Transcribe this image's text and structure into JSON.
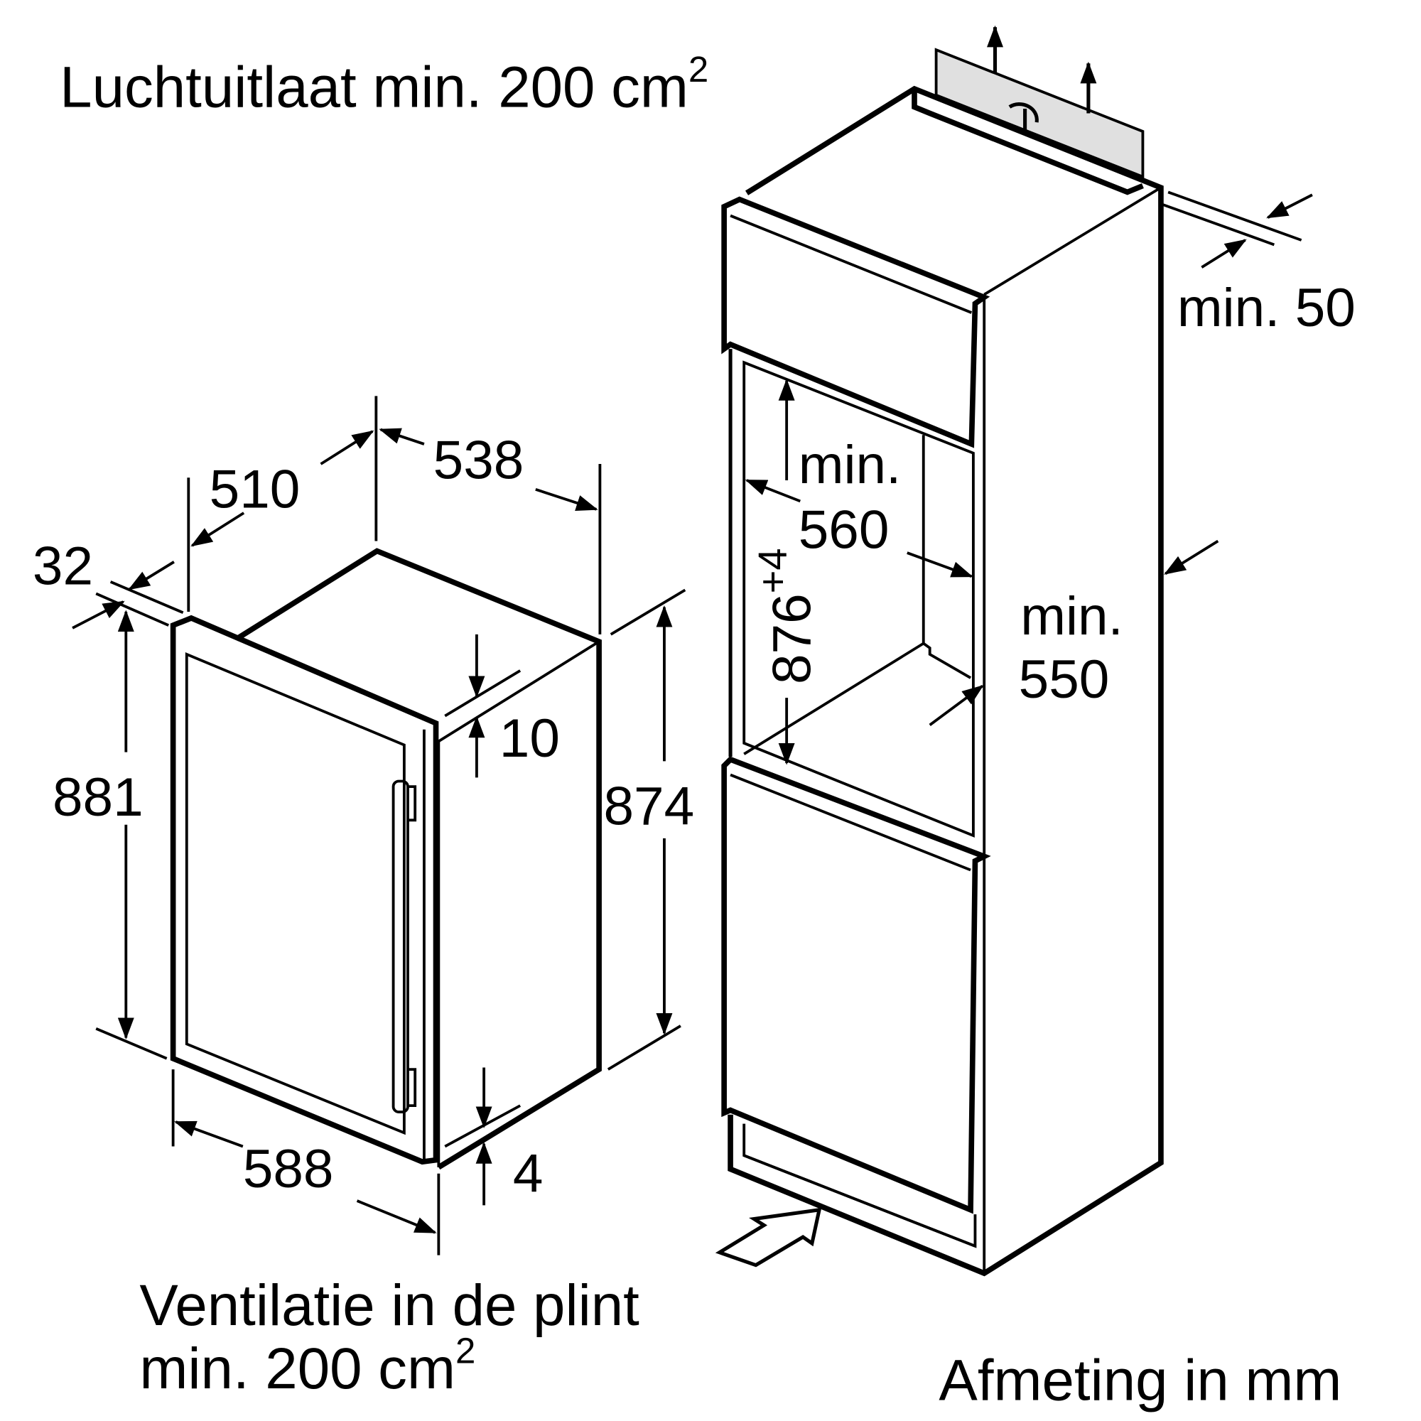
{
  "labels": {
    "air_outlet": "Luchtuitlaat min. 200 cm",
    "air_outlet_sup": "2",
    "plinth_vent_line1": "Ventilatie in de plint",
    "plinth_vent_line2": "min. 200 cm",
    "plinth_vent_sup": "2",
    "units": "Afmeting in mm"
  },
  "dimensions": {
    "d32": "32",
    "d510": "510",
    "d538": "538",
    "d881": "881",
    "d874": "874",
    "d10": "10",
    "d4": "4",
    "d588": "588",
    "niche_height": "876",
    "niche_height_tol": "+4",
    "min560_a": "min.",
    "min560_b": "560",
    "min550_a": "min.",
    "min550_b": "550",
    "min50": "min. 50"
  },
  "colors": {
    "line": "#000000",
    "vent_panel": "#e0e0e0"
  }
}
